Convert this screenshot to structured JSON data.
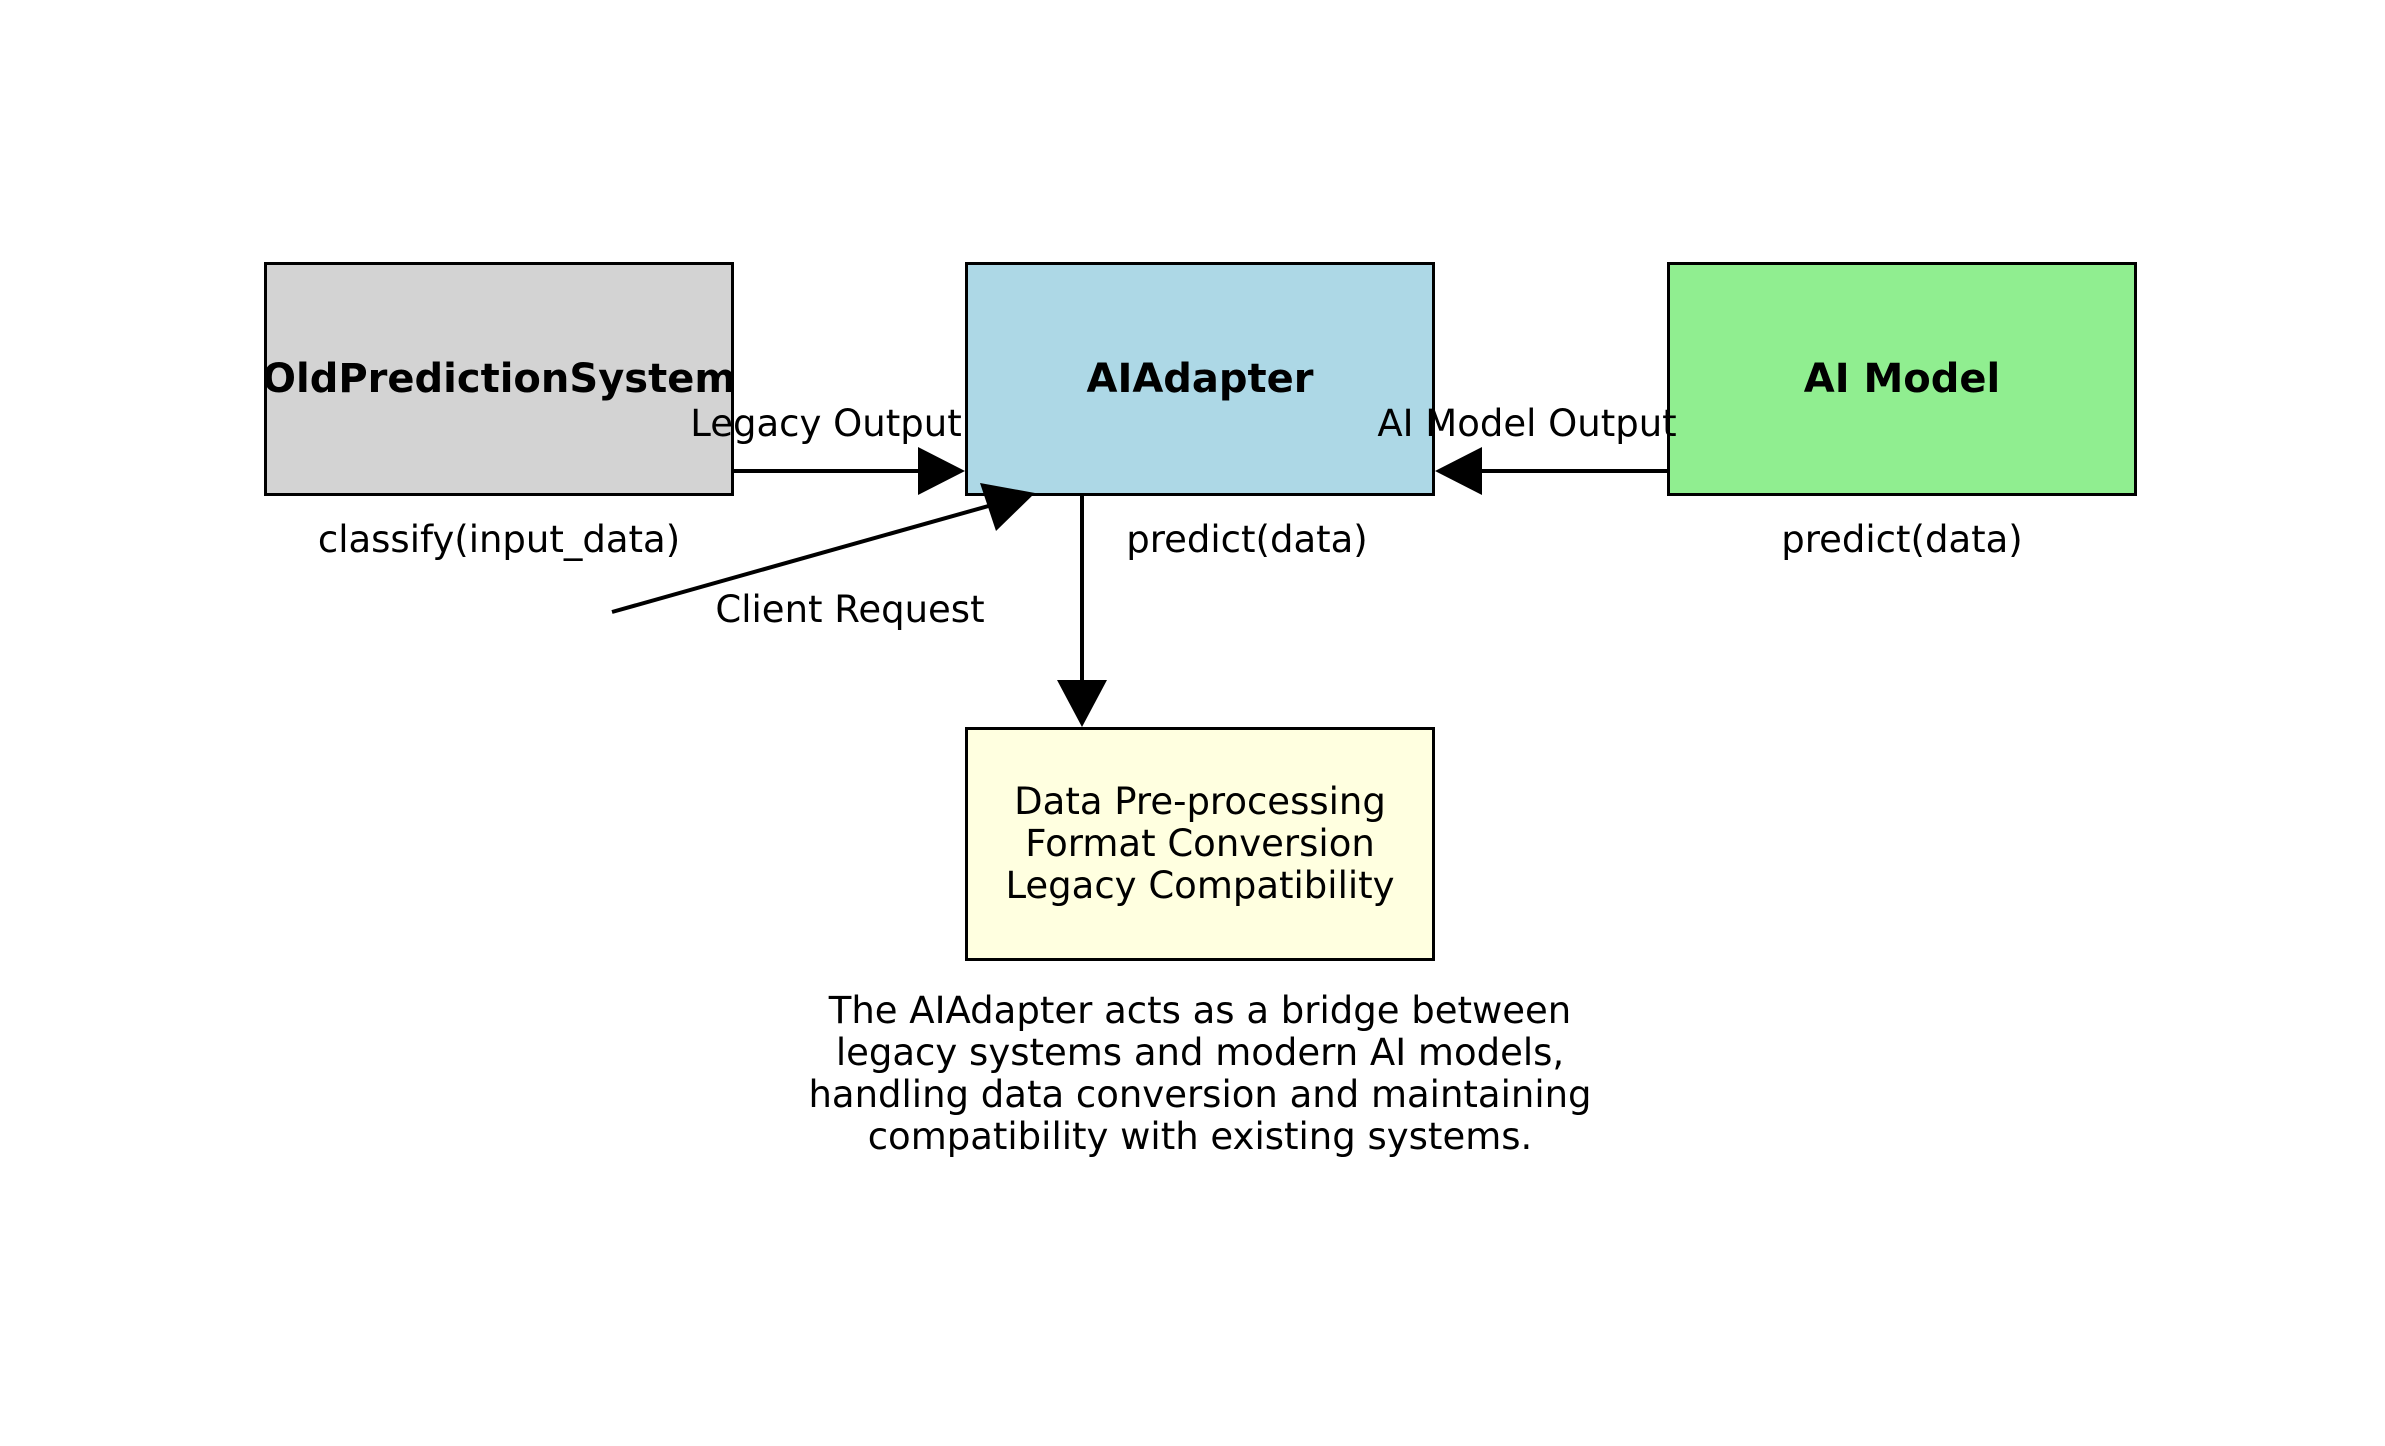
{
  "colors": {
    "old_system_fill": "#d3d3d3",
    "adapter_fill": "#add8e6",
    "ai_model_fill": "#90ee90",
    "preprocessing_fill": "#ffffe0",
    "stroke": "#000000"
  },
  "boxes": {
    "old_system": {
      "title": "OldPredictionSystem",
      "method": "classify(input_data)"
    },
    "adapter": {
      "title": "AIAdapter",
      "method": "predict(data)"
    },
    "ai_model": {
      "title": "AI Model",
      "method": "predict(data)"
    },
    "preprocessing": {
      "lines": [
        "Data Pre-processing",
        "Format Conversion",
        "Legacy Compatibility"
      ]
    }
  },
  "arrows": {
    "legacy_output": "Legacy Output",
    "ai_model_output": "AI Model Output",
    "client_request": "Client Request"
  },
  "caption": {
    "lines": [
      "The AIAdapter acts as a bridge between",
      "legacy systems and modern AI models,",
      "handling data conversion and maintaining",
      "compatibility with existing systems."
    ]
  }
}
